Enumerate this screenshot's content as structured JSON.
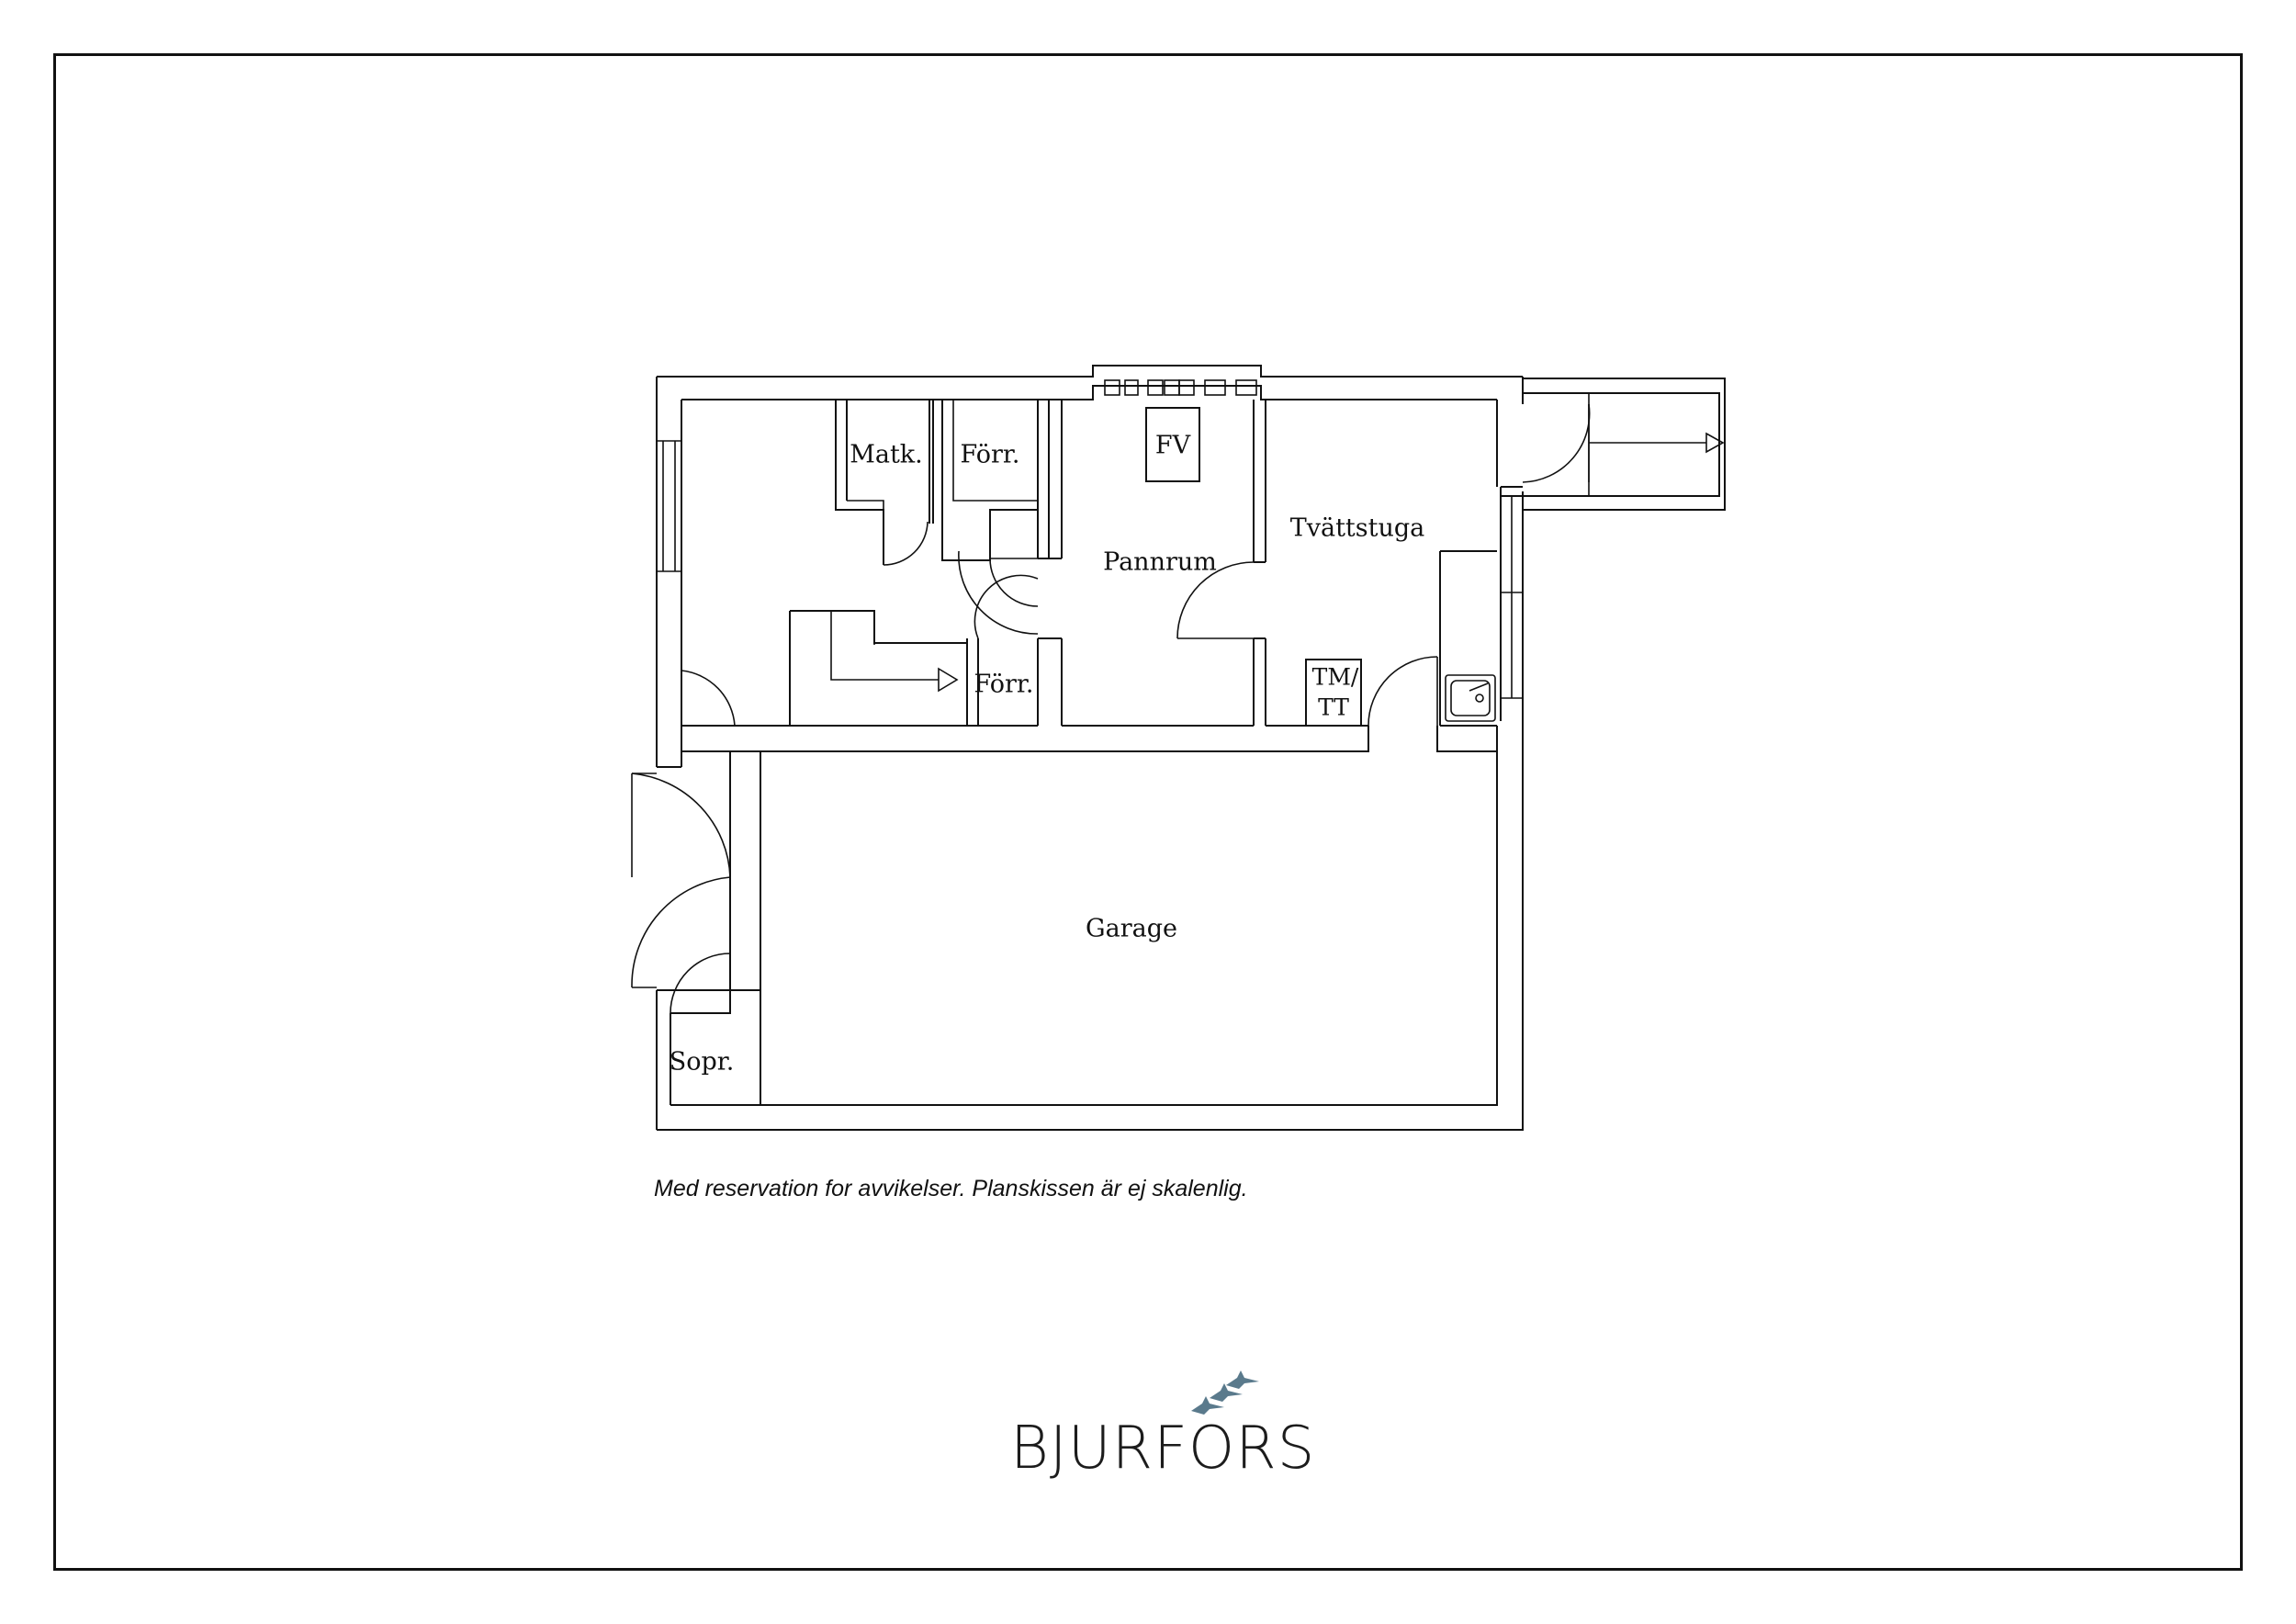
{
  "rooms": {
    "matk": "Matk.",
    "forr_top": "Förr.",
    "forr_bottom": "Förr.",
    "fv": "FV",
    "pannrum": "Pannrum",
    "tvattstuga": "Tvättstuga",
    "tm_line1": "TM/",
    "tm_line2": "TT",
    "garage": "Garage",
    "sopr": "Sopr."
  },
  "disclaimer": "Med reservation for avvikelser. Planskissen är ej skalenlig.",
  "brand": {
    "name": "BJURFORS",
    "logo_color": "#5a7a8c",
    "text_color": "#1c1c1c"
  },
  "icons": {
    "birds": "bird-flock-icon",
    "sink": "sink-icon",
    "stair_arrow": "arrow-right-icon"
  }
}
